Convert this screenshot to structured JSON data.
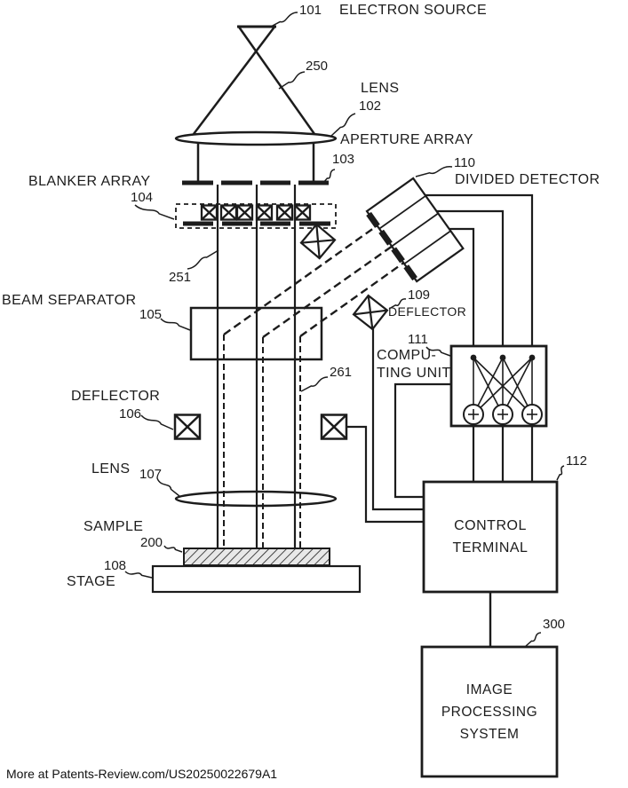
{
  "footer": "More at Patents-Review.com/US20250022679A1",
  "colors": {
    "line": "#1c1c1c",
    "background": "#ffffff"
  },
  "components": {
    "electron_source": {
      "ref": "101",
      "label": "ELECTRON SOURCE"
    },
    "beam_cone": {
      "ref": "250"
    },
    "lens_upper": {
      "ref": "102",
      "label": "LENS"
    },
    "aperture_array": {
      "ref": "103",
      "label": "APERTURE ARRAY"
    },
    "blanker_array": {
      "ref": "104",
      "label": "BLANKER ARRAY"
    },
    "divided_detector": {
      "ref": "110",
      "label": "DIVIDED DETECTOR"
    },
    "primary_beams": {
      "ref": "251"
    },
    "beam_separator": {
      "ref": "105",
      "label": "BEAM SEPARATOR"
    },
    "deflector_upper": {
      "ref": "109",
      "label": "DEFLECTOR"
    },
    "computing_unit": {
      "ref": "111",
      "label_line1": "COMPU-",
      "label_line2": "TING UNIT"
    },
    "secondary_beams": {
      "ref": "261"
    },
    "deflector_lower": {
      "ref": "106",
      "label": "DEFLECTOR"
    },
    "lens_lower": {
      "ref": "107",
      "label": "LENS"
    },
    "sample": {
      "ref": "200",
      "label": "SAMPLE"
    },
    "stage": {
      "ref": "108",
      "label": "STAGE"
    },
    "control_terminal": {
      "ref": "112",
      "box_line1": "CONTROL",
      "box_line2": "TERMINAL"
    },
    "image_processing": {
      "ref": "300",
      "box_line1": "IMAGE",
      "box_line2": "PROCESSING",
      "box_line3": "SYSTEM"
    }
  }
}
